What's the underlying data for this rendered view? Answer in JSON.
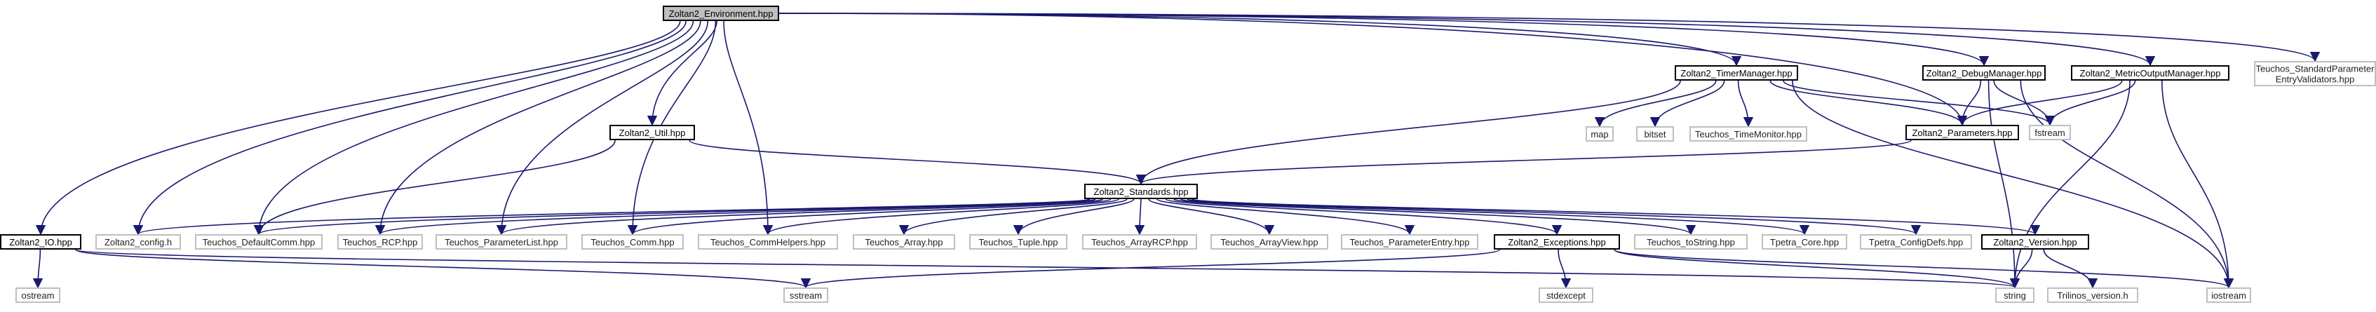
{
  "colors": {
    "edge_main": "#191970",
    "edge_alt": "#1f1f8f",
    "edge_system": "#2a2a7a",
    "box_dark": "#000000",
    "box_light": "#bfbfbf",
    "root_fill": "#bfbfbf",
    "root_border": "#000000"
  },
  "nodes": [
    {
      "id": "root",
      "label": "Zoltan2_Environment.hpp",
      "style": "root"
    },
    {
      "id": "timer",
      "label": "Zoltan2_TimerManager.hpp",
      "style": "dark"
    },
    {
      "id": "debug",
      "label": "Zoltan2_DebugManager.hpp",
      "style": "dark"
    },
    {
      "id": "metric",
      "label": "Zoltan2_MetricOutputManager.hpp",
      "style": "dark"
    },
    {
      "id": "validators",
      "label": [
        "Teuchos_StandardParameter",
        "EntryValidators.hpp"
      ],
      "style": "light"
    },
    {
      "id": "util",
      "label": "Zoltan2_Util.hpp",
      "style": "dark"
    },
    {
      "id": "map",
      "label": "map",
      "style": "light"
    },
    {
      "id": "bitset",
      "label": "bitset",
      "style": "light"
    },
    {
      "id": "timemonitor",
      "label": "Teuchos_TimeMonitor.hpp",
      "style": "light"
    },
    {
      "id": "params",
      "label": "Zoltan2_Parameters.hpp",
      "style": "dark"
    },
    {
      "id": "fstream",
      "label": "fstream",
      "style": "light"
    },
    {
      "id": "standards",
      "label": "Zoltan2_Standards.hpp",
      "style": "dark"
    },
    {
      "id": "io",
      "label": "Zoltan2_IO.hpp",
      "style": "dark"
    },
    {
      "id": "config",
      "label": "Zoltan2_config.h",
      "style": "light"
    },
    {
      "id": "defaultcomm",
      "label": "Teuchos_DefaultComm.hpp",
      "style": "light"
    },
    {
      "id": "rcp",
      "label": "Teuchos_RCP.hpp",
      "style": "light"
    },
    {
      "id": "paramlist",
      "label": "Teuchos_ParameterList.hpp",
      "style": "light"
    },
    {
      "id": "comm",
      "label": "Teuchos_Comm.hpp",
      "style": "light"
    },
    {
      "id": "commhelpers",
      "label": "Teuchos_CommHelpers.hpp",
      "style": "light"
    },
    {
      "id": "array",
      "label": "Teuchos_Array.hpp",
      "style": "light"
    },
    {
      "id": "tuple",
      "label": "Teuchos_Tuple.hpp",
      "style": "light"
    },
    {
      "id": "arrayrcp",
      "label": "Teuchos_ArrayRCP.hpp",
      "style": "light"
    },
    {
      "id": "arrayview",
      "label": "Teuchos_ArrayView.hpp",
      "style": "light"
    },
    {
      "id": "paramentry",
      "label": "Teuchos_ParameterEntry.hpp",
      "style": "light"
    },
    {
      "id": "exceptions",
      "label": "Zoltan2_Exceptions.hpp",
      "style": "dark"
    },
    {
      "id": "tostring",
      "label": "Teuchos_toString.hpp",
      "style": "light"
    },
    {
      "id": "tpetracore",
      "label": "Tpetra_Core.hpp",
      "style": "light"
    },
    {
      "id": "tpetraconfig",
      "label": "Tpetra_ConfigDefs.hpp",
      "style": "light"
    },
    {
      "id": "version",
      "label": "Zoltan2_Version.hpp",
      "style": "dark"
    },
    {
      "id": "ostream",
      "label": "ostream",
      "style": "light"
    },
    {
      "id": "sstream",
      "label": "sstream",
      "style": "light"
    },
    {
      "id": "stdexcept",
      "label": "stdexcept",
      "style": "light"
    },
    {
      "id": "string",
      "label": "string",
      "style": "light"
    },
    {
      "id": "trilinos",
      "label": "Trilinos_version.h",
      "style": "light"
    },
    {
      "id": "iostream",
      "label": "iostream",
      "style": "light"
    }
  ],
  "edges": [
    [
      "root",
      "timer"
    ],
    [
      "root",
      "debug"
    ],
    [
      "root",
      "metric"
    ],
    [
      "root",
      "validators"
    ],
    [
      "root",
      "util"
    ],
    [
      "root",
      "params"
    ],
    [
      "root",
      "io"
    ],
    [
      "root",
      "config"
    ],
    [
      "root",
      "defaultcomm"
    ],
    [
      "root",
      "rcp"
    ],
    [
      "root",
      "paramlist"
    ],
    [
      "root",
      "comm"
    ],
    [
      "root",
      "commhelpers"
    ],
    [
      "timer",
      "map"
    ],
    [
      "timer",
      "bitset"
    ],
    [
      "timer",
      "timemonitor"
    ],
    [
      "timer",
      "params"
    ],
    [
      "timer",
      "fstream"
    ],
    [
      "timer",
      "standards"
    ],
    [
      "timer",
      "iostream"
    ],
    [
      "debug",
      "params"
    ],
    [
      "debug",
      "fstream"
    ],
    [
      "debug",
      "string"
    ],
    [
      "debug",
      "iostream"
    ],
    [
      "metric",
      "params"
    ],
    [
      "metric",
      "fstream"
    ],
    [
      "metric",
      "string"
    ],
    [
      "metric",
      "iostream"
    ],
    [
      "util",
      "standards"
    ],
    [
      "util",
      "defaultcomm"
    ],
    [
      "params",
      "standards"
    ],
    [
      "standards",
      "config"
    ],
    [
      "standards",
      "defaultcomm"
    ],
    [
      "standards",
      "rcp"
    ],
    [
      "standards",
      "paramlist"
    ],
    [
      "standards",
      "comm"
    ],
    [
      "standards",
      "commhelpers"
    ],
    [
      "standards",
      "array"
    ],
    [
      "standards",
      "tuple"
    ],
    [
      "standards",
      "arrayrcp"
    ],
    [
      "standards",
      "arrayview"
    ],
    [
      "standards",
      "paramentry"
    ],
    [
      "standards",
      "exceptions"
    ],
    [
      "standards",
      "tostring"
    ],
    [
      "standards",
      "tpetracore"
    ],
    [
      "standards",
      "tpetraconfig"
    ],
    [
      "standards",
      "version"
    ],
    [
      "io",
      "ostream"
    ],
    [
      "io",
      "sstream"
    ],
    [
      "io",
      "string"
    ],
    [
      "exceptions",
      "sstream"
    ],
    [
      "exceptions",
      "stdexcept"
    ],
    [
      "exceptions",
      "string"
    ],
    [
      "exceptions",
      "iostream"
    ],
    [
      "version",
      "string"
    ],
    [
      "version",
      "trilinos"
    ]
  ]
}
